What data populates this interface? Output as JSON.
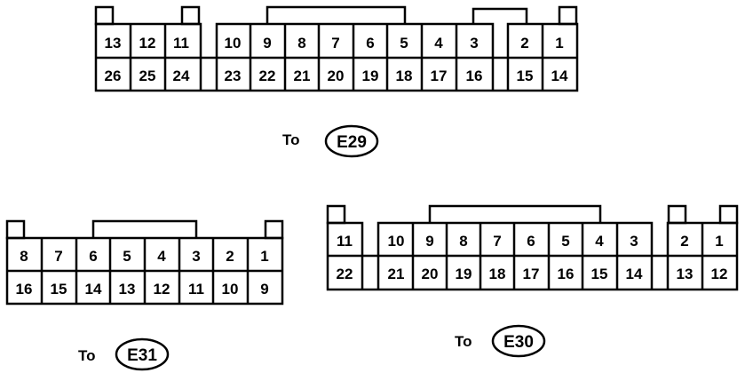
{
  "connectors": [
    {
      "id": "E29",
      "to_label": "To",
      "code": "E29",
      "top_row": [
        "13",
        "12",
        "11",
        "",
        "10",
        "9",
        "8",
        "7",
        "6",
        "5",
        "4",
        "3",
        "",
        "2",
        "1"
      ],
      "bottom_row": [
        "26",
        "25",
        "24",
        "",
        "23",
        "22",
        "21",
        "20",
        "19",
        "18",
        "17",
        "16",
        "",
        "15",
        "14"
      ]
    },
    {
      "id": "E31",
      "to_label": "To",
      "code": "E31",
      "top_row": [
        "8",
        "7",
        "6",
        "5",
        "4",
        "3",
        "2",
        "1"
      ],
      "bottom_row": [
        "16",
        "15",
        "14",
        "13",
        "12",
        "11",
        "10",
        "9"
      ]
    },
    {
      "id": "E30",
      "to_label": "To",
      "code": "E30",
      "top_row": [
        "11",
        "",
        "10",
        "9",
        "8",
        "7",
        "6",
        "5",
        "4",
        "3",
        "",
        "2",
        "1"
      ],
      "bottom_row": [
        "22",
        "",
        "21",
        "20",
        "19",
        "18",
        "17",
        "16",
        "15",
        "14",
        "",
        "13",
        "12"
      ]
    }
  ]
}
